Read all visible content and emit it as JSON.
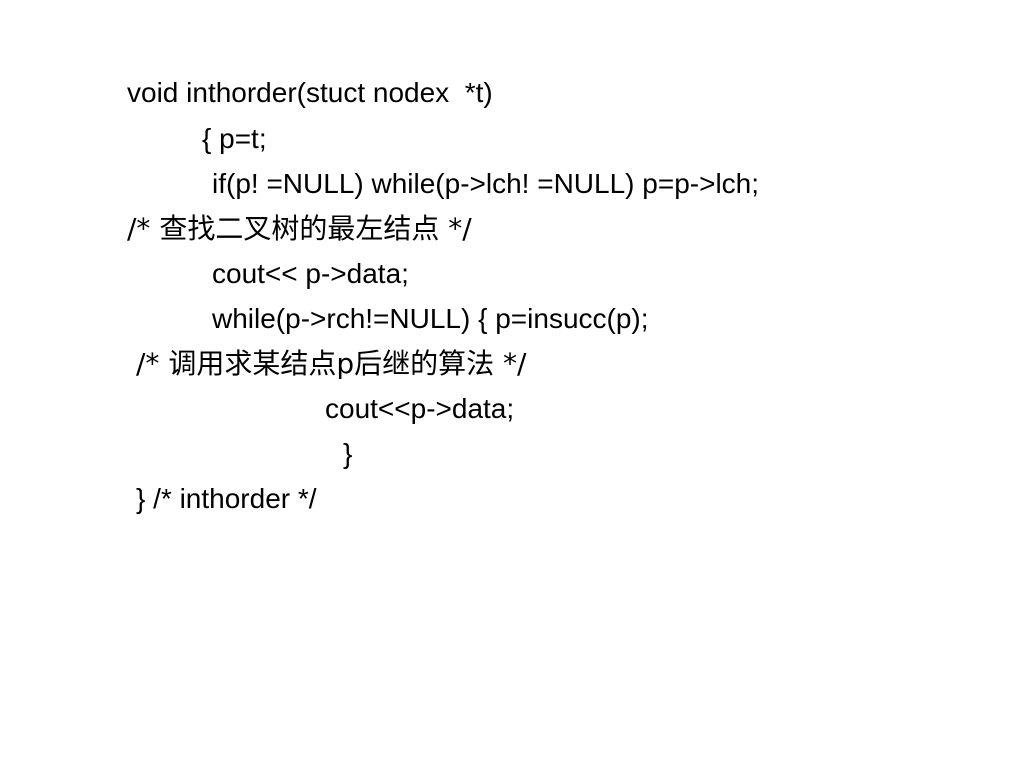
{
  "code": {
    "lines": [
      "void inthorder(stuct nodex  *t)",
      "{ p=t;",
      "if(p! =NULL) while(p->lch! =NULL) p=p->lch;",
      "/* 查找二叉树的最左结点 */",
      "cout<< p->data;",
      "while(p->rch!=NULL) { p=insucc(p);",
      "/* 调用求某结点p后继的算法 */",
      "cout<<p->data;",
      "}",
      "} /* inthorder */"
    ]
  },
  "colors": {
    "background": "#ffffff",
    "text": "#000000"
  }
}
